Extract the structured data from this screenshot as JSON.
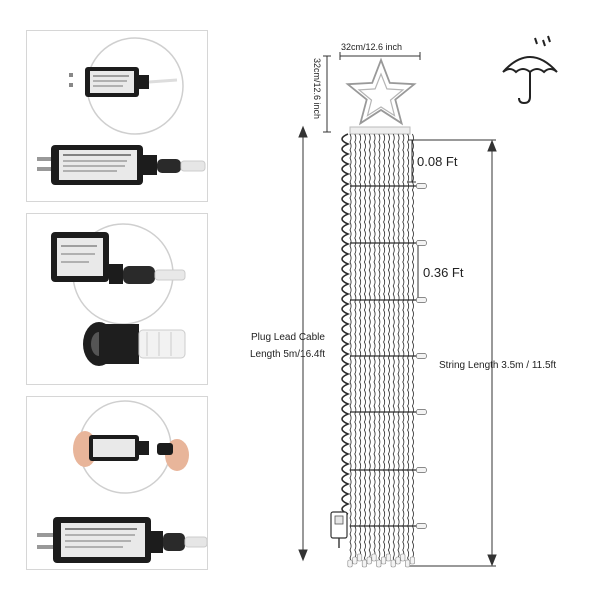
{
  "dimensions": {
    "star_width": "32cm/12.6 inch",
    "star_height": "32cm/12.6 inch",
    "spacing_short": "0.08 Ft",
    "spacing_long": "0.36 Ft",
    "plug_cable_line1": "Plug Lead Cable",
    "plug_cable_line2": "Length 5m/16.4ft",
    "string_length": "String Length 3.5m / 11.5ft"
  },
  "icons": {
    "weather": "umbrella-rain-icon",
    "adapter": "power-adapter-icon",
    "connector": "waterproof-connector-icon",
    "star": "star-topper-icon"
  },
  "colors": {
    "wire": "#2b2b2b",
    "adapter": "#1c1c1c",
    "label_plate": "#e9e9e9",
    "panel_border": "#d6d6d6",
    "dimension_line": "#333333"
  }
}
